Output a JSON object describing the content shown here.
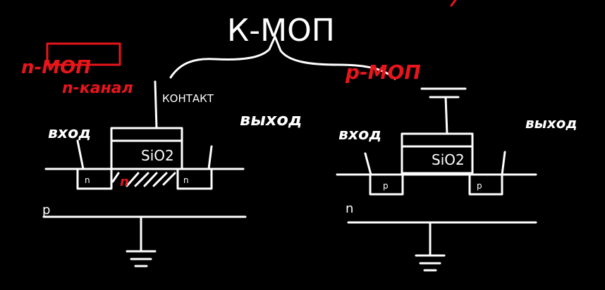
{
  "title": "К-МОП",
  "left_transistor": {
    "label": "n-МОП",
    "note": "n-канал",
    "substrate": "p",
    "contact": "КОНТАКТ",
    "oxide": "SiO2",
    "input": "вход",
    "output": "выход",
    "source_region": "n",
    "drain_region": "n",
    "channel_mark": "n"
  },
  "right_transistor": {
    "label": "p-МОП",
    "substrate": "n",
    "oxide": "SiO2",
    "input": "вход",
    "output": "выход",
    "source_region": "p",
    "drain_region": "p"
  },
  "colors": {
    "background": "#000000",
    "ink": "#ffffff",
    "accent": "#e8151b"
  }
}
